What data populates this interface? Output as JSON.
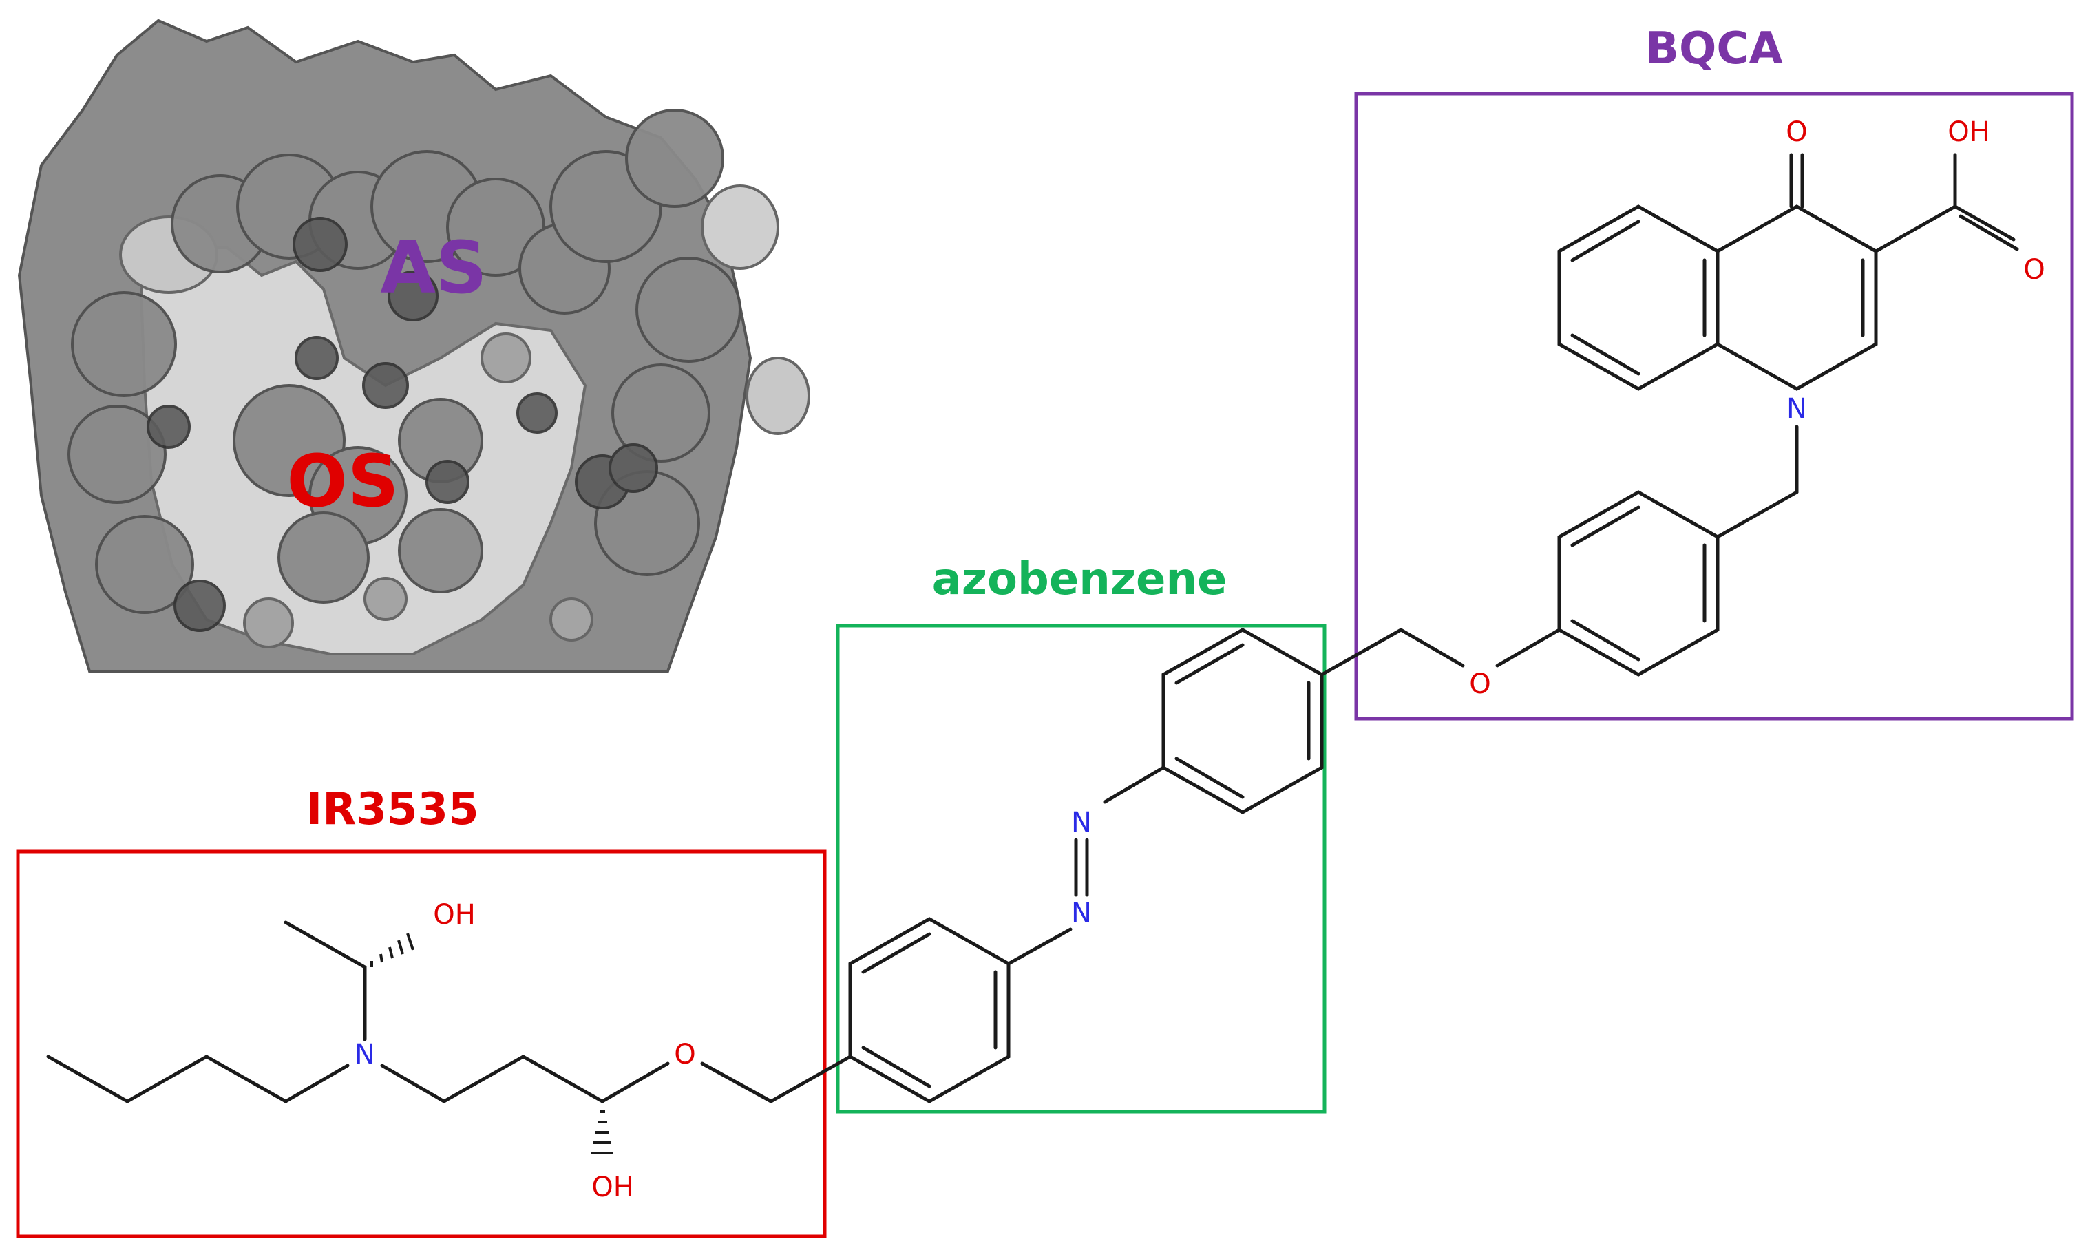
{
  "colors": {
    "purple": "#7a35a6",
    "green": "#14b35a",
    "red": "#e00000",
    "blue": "#2a2ae6",
    "bond": "#1a1a1a",
    "surface": "#7e7e7e"
  },
  "protein": {
    "site_as": "AS",
    "site_os": "OS"
  },
  "groups": {
    "bqca": {
      "title": "BQCA"
    },
    "azobenzene": {
      "title": "azobenzene"
    },
    "ir3535": {
      "title": "IR3535"
    }
  },
  "atoms": {
    "bqca_keto_o": "O",
    "bqca_acid_oh": "OH",
    "bqca_acid_o": "O",
    "bqca_n": "N",
    "bqca_ether_o": "O",
    "azo_n1": "N",
    "azo_n2": "N",
    "ir_oh_top": "OH",
    "ir_n": "N",
    "ir_ether_o": "O",
    "ir_oh_bottom": "OH"
  }
}
